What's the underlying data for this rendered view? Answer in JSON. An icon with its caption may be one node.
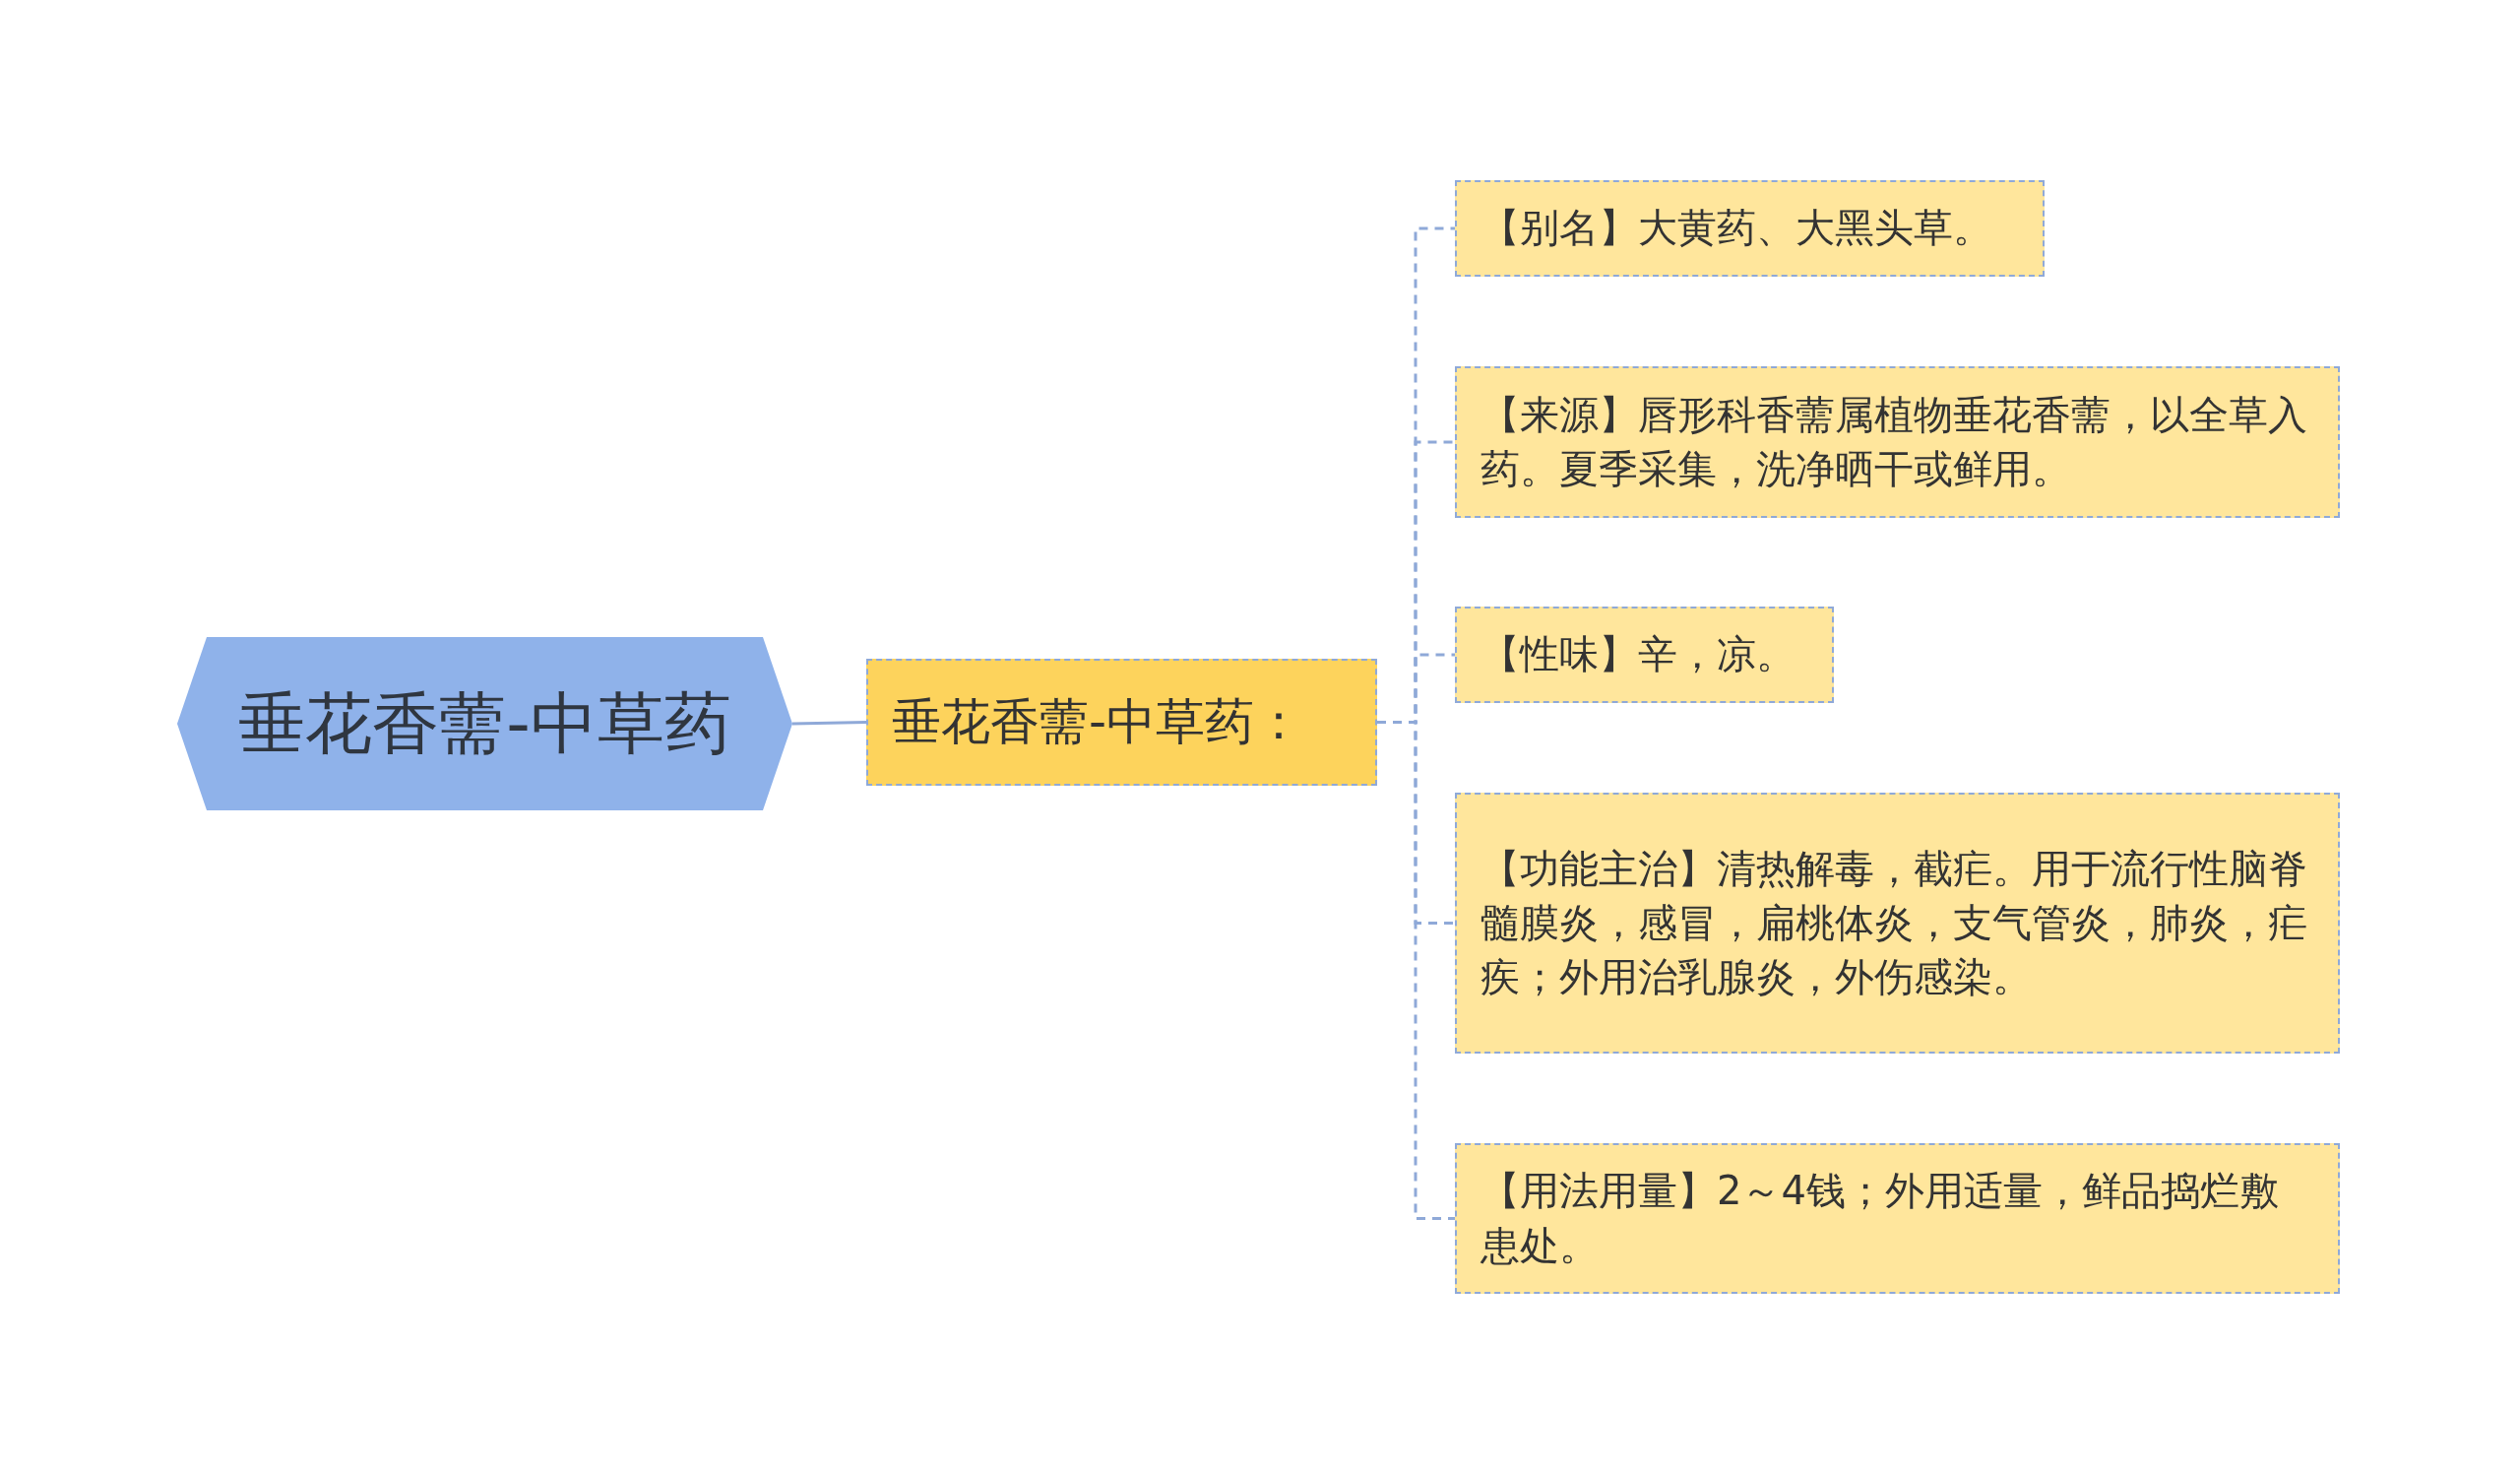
{
  "diagram": {
    "nodes": [
      {
        "text": [
          "垂花香薷-中草药"
        ]
      },
      {
        "text": [
          "垂花香薷-中草药："
        ]
      },
      {
        "text": [
          "【别名】大黄药、大黑头草。"
        ]
      },
      {
        "text": [
          "【来源】唇形科香薷属植物垂花香薷，以全草入药。夏季采集，洗净晒干或鲜用。"
        ]
      },
      {
        "text": [
          "【性味】辛，凉。"
        ]
      },
      {
        "text": [
          "【功能主治】清热解毒，截疟。用于流行性脑脊髓膜炎，感冒，扁桃体炎，支气管炎，肺炎，疟疾；外用治乳腺炎，外伤感染。"
        ]
      },
      {
        "text": [
          "【用法用量】2～4钱；外用适量，鲜品捣烂敷患处。"
        ]
      }
    ],
    "edges": [
      {
        "from": 0,
        "to": 1,
        "arrow": "none"
      },
      {
        "from": 1,
        "to": 2,
        "arrow": "none",
        "style": "dashed"
      },
      {
        "from": 1,
        "to": 3,
        "arrow": "none",
        "style": "dashed"
      },
      {
        "from": 1,
        "to": 4,
        "arrow": "none",
        "style": "dashed"
      },
      {
        "from": 1,
        "to": 5,
        "arrow": "none",
        "style": "dashed"
      },
      {
        "from": 1,
        "to": 6,
        "arrow": "none",
        "style": "dashed"
      }
    ]
  }
}
